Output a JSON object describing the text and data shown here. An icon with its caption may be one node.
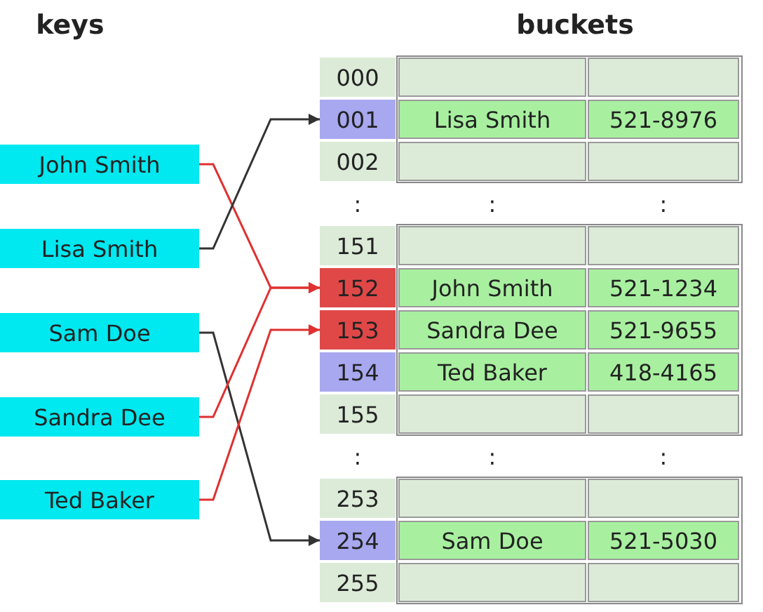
{
  "diagram": {
    "nodes": [
      {
        "text": [
          "John Smith"
        ]
      },
      {
        "text": [
          "Lisa Smith"
        ]
      },
      {
        "text": [
          "Sam Doe"
        ]
      },
      {
        "text": [
          "Sandra Dee"
        ]
      },
      {
        "text": [
          "Ted Baker"
        ]
      },
      {
        "text": [
          "000"
        ]
      },
      {
        "text": [
          "001"
        ]
      },
      {
        "text": [
          "002"
        ]
      },
      {
        "text": [
          "151"
        ]
      },
      {
        "text": [
          "152"
        ]
      },
      {
        "text": [
          "153"
        ]
      },
      {
        "text": [
          "154"
        ]
      },
      {
        "text": [
          "155"
        ]
      },
      {
        "text": [
          "253"
        ]
      },
      {
        "text": [
          "254"
        ]
      },
      {
        "text": [
          "255"
        ]
      }
    ],
    "edges": [
      {
        "from": 0,
        "to": 9,
        "arrow": "to",
        "color": "#e03030"
      },
      {
        "from": 1,
        "to": 6,
        "arrow": "to",
        "color": "#333333"
      },
      {
        "from": 2,
        "to": 14,
        "arrow": "to",
        "color": "#333333"
      },
      {
        "from": 3,
        "to": 9,
        "arrow": "to",
        "color": "#e03030"
      },
      {
        "from": 4,
        "to": 10,
        "arrow": "to",
        "color": "#e03030"
      }
    ],
    "labels": [
      "keys",
      "buckets",
      "Lisa Smith",
      "521-8976",
      ":",
      ":",
      ":",
      "John Smith",
      "521-1234",
      "Sandra Dee",
      "521-9655",
      "Ted Baker",
      "418-4165",
      ":",
      ":",
      ":",
      "Sam Doe",
      "521-5030"
    ]
  }
}
